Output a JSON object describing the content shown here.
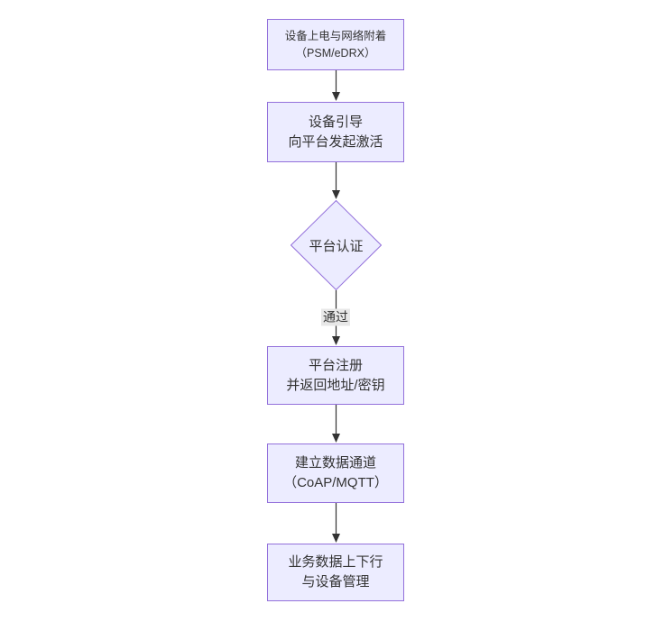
{
  "theme": {
    "node_fill": "#ECECFF",
    "node_border": "#9370DB",
    "edge_color": "#333333",
    "text_color": "#333333",
    "edge_label_bg": "#e8e8e8",
    "canvas_bg": "#ffffff"
  },
  "flowchart": {
    "direction": "top-down",
    "nodes": [
      {
        "id": "power-attach",
        "type": "rect",
        "lines": [
          "设备上电与网络附着",
          "（PSM/eDRX）"
        ]
      },
      {
        "id": "bootstrap",
        "type": "rect",
        "lines": [
          "设备引导",
          "向平台发起激活"
        ]
      },
      {
        "id": "platform-auth",
        "type": "diamond",
        "lines": [
          "平台认证"
        ]
      },
      {
        "id": "register",
        "type": "rect",
        "lines": [
          "平台注册",
          "并返回地址/密钥"
        ]
      },
      {
        "id": "data-channel",
        "type": "rect",
        "lines": [
          "建立数据通道",
          "（CoAP/MQTT）"
        ]
      },
      {
        "id": "business-data",
        "type": "rect",
        "lines": [
          "业务数据上下行",
          "与设备管理"
        ]
      }
    ],
    "edges": [
      {
        "from": "power-attach",
        "to": "bootstrap",
        "label": ""
      },
      {
        "from": "bootstrap",
        "to": "platform-auth",
        "label": ""
      },
      {
        "from": "platform-auth",
        "to": "register",
        "label": "通过"
      },
      {
        "from": "register",
        "to": "data-channel",
        "label": ""
      },
      {
        "from": "data-channel",
        "to": "business-data",
        "label": ""
      }
    ]
  }
}
